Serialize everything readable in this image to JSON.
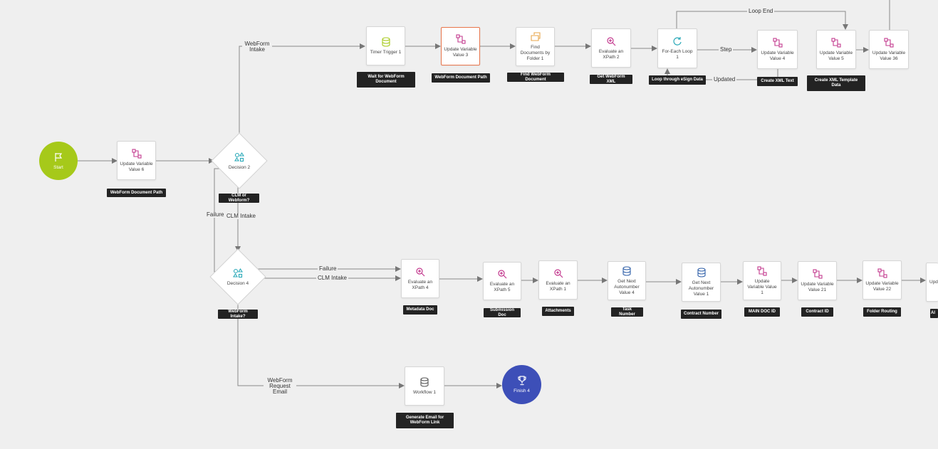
{
  "colors": {
    "start": "#a6c91a",
    "finish": "#3d4fb8",
    "variable_icon": "#c3398e",
    "search_icon": "#c3398e",
    "timer_icon": "#a6c91a",
    "folder_icon": "#e8a54a",
    "autonumber_icon": "#2f5fa8",
    "loop_icon": "#2aa9b8",
    "decision_icon": "#2aa9b8",
    "selected_border": "#e8744a"
  },
  "start": {
    "label": "Start",
    "icon": "flag-icon"
  },
  "finish": {
    "label": "Finish 4",
    "icon": "trophy-icon"
  },
  "nodes": {
    "update_variable_6": {
      "label": "Update Variable Value 6",
      "tag": "WebForm Document Path"
    },
    "decision_2": {
      "label": "Decision 2",
      "tag": "CLM or Webform?"
    },
    "decision_4": {
      "label": "Decision 4",
      "tag": "WebForm Intake?"
    },
    "timer_trigger_1": {
      "label": "Timer Trigger 1",
      "tag": "Wait for WebForm Document"
    },
    "update_variable_3": {
      "label": "Update Variable Value 3",
      "tag": "WebForm Document Path"
    },
    "find_documents_1": {
      "label": "Find Documents by Folder 1",
      "tag": "Find WebForm Document"
    },
    "evaluate_xpath_2": {
      "label": "Evaluate an XPath 2",
      "tag": "Get WebForm XML"
    },
    "for_each_loop_1": {
      "label": "For-Each Loop 1",
      "tag": "Loop through eSign Data"
    },
    "update_variable_4": {
      "label": "Update Variable Value 4",
      "tag": "Create XML Text"
    },
    "update_variable_5": {
      "label": "Update Variable Value 5",
      "tag": "Create XML Template Data"
    },
    "update_variable_36": {
      "label": "Update Variable Value 36",
      "tag": ""
    },
    "evaluate_xpath_4": {
      "label": "Evaluate an XPath 4",
      "tag": "Metadata Doc"
    },
    "evaluate_xpath_5": {
      "label": "Evaluate an XPath 5",
      "tag": "Submission Doc"
    },
    "evaluate_xpath_1": {
      "label": "Evaluate an XPath 1",
      "tag": "Attachments"
    },
    "get_next_autonumber_4": {
      "label": "Get Next Autonumber Value 4",
      "tag": "Task Number"
    },
    "get_next_autonumber_1": {
      "label": "Get Next Autonumber Value 1",
      "tag": "Contract Number"
    },
    "update_variable_1": {
      "label": "Update Variable Value 1",
      "tag": "MAIN DOC ID"
    },
    "update_variable_21": {
      "label": "Update Variable Value 21",
      "tag": "Contract ID"
    },
    "update_variable_22": {
      "label": "Update Variable Value 22",
      "tag": "Folder Routing"
    },
    "update_partial": {
      "label": "Upd",
      "tag": "Al"
    },
    "workflow_1": {
      "label": "Workflow 1",
      "tag": "Generate Email for WebForm Link"
    }
  },
  "edge_labels": {
    "webform_intake": "WebForm Intake",
    "clm_intake": "CLM Intake",
    "failure": "Failure",
    "failure_lower": "Failure",
    "clm_intake_lower": "CLM Intake",
    "webform_request_email": "WebForm Request Email",
    "loop_end": "Loop End",
    "step": "Step",
    "updated": "Updated"
  }
}
